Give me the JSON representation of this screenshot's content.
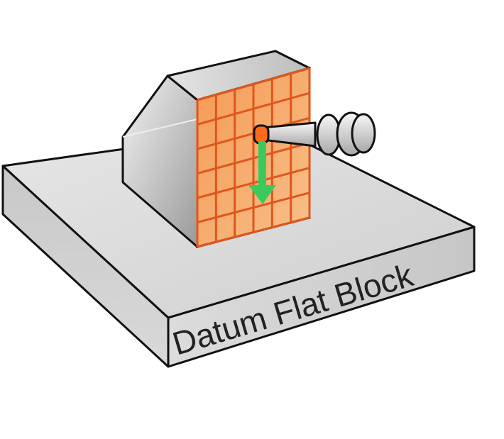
{
  "diagram": {
    "label": "Datum Flat Block",
    "grid": {
      "rows": 6,
      "cols": 6
    },
    "colors": {
      "block_top": "#dcdcdc",
      "block_side": "#c8c8c8",
      "grid_fill": "#f4a460",
      "grid_line": "#e0561c",
      "arrow": "#3cc95c",
      "probe_tip": "#ff6a1a",
      "outline": "#111111"
    },
    "icons": [
      "dial-indicator-probe-icon",
      "down-arrow-icon"
    ]
  }
}
